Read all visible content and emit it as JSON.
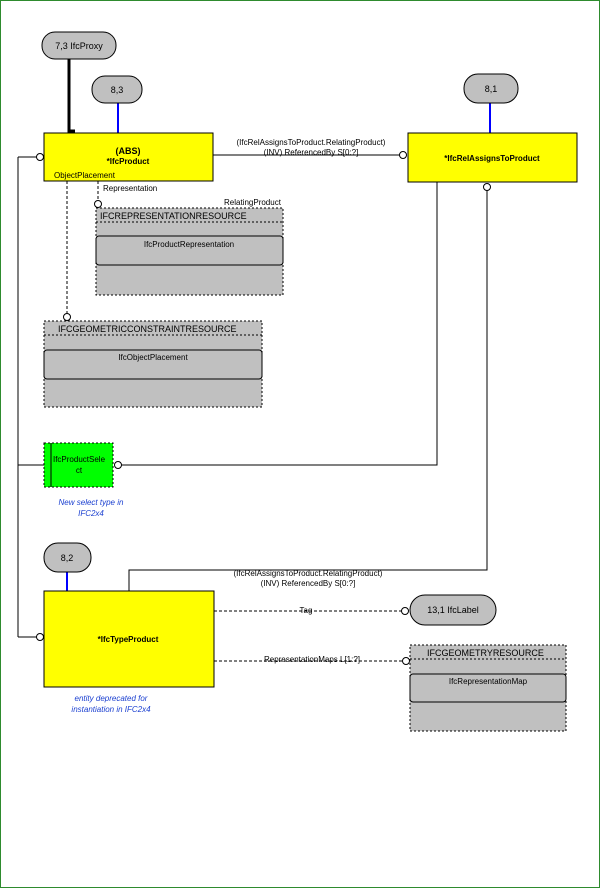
{
  "colors": {
    "entity": "#ffff00",
    "select": "#00ff00",
    "resource": "#c0c0c0",
    "page_ref": "#c0c0c0",
    "link_line": "#0000ff",
    "note_text": "#1a3fd0",
    "frame": "#2e8b2e"
  },
  "page_refs": {
    "proxy": "7,3 IfcProxy",
    "product": "8,3",
    "rel_assigns": "8,1",
    "type_product": "8,2",
    "label": "13,1 IfcLabel"
  },
  "entities": {
    "product_abs": "(ABS)",
    "product": "*IfcProduct",
    "rel_assigns": "*IfcRelAssignsToProduct",
    "type_product": "*IfcTypeProduct"
  },
  "select": {
    "line1": "IfcProductSele",
    "line2": "ct"
  },
  "resources": {
    "representation": {
      "schema": "IFCREPRESENTATIONRESOURCE",
      "entity": "IfcProductRepresentation"
    },
    "geometric_constraint": {
      "schema": "IFCGEOMETRICCONSTRAINTRESOURCE",
      "entity": "IfcObjectPlacement"
    },
    "geometry": {
      "schema": "IFCGEOMETRYRESOURCE",
      "entity": "IfcRepresentationMap"
    }
  },
  "attributes": {
    "object_placement": "ObjectPlacement",
    "representation": "Representation",
    "relating_product": "RelatingProduct",
    "tag": "Tag",
    "representation_maps": "RepresentationMaps L[1:?]"
  },
  "inverse_labels": {
    "product_line1": "(IfcRelAssignsToProduct.RelatingProduct)",
    "product_line2": "(INV) ReferencedBy S[0:?]",
    "type_line1": "(IfcRelAssignsToProduct.RelatingProduct)",
    "type_line2": "(INV) ReferencedBy S[0:?]"
  },
  "notes": {
    "select_line1": "New select type in",
    "select_line2": "IFC2x4",
    "deprecated_line1": "entity deprecated for",
    "deprecated_line2": "instantiation in IFC2x4"
  }
}
